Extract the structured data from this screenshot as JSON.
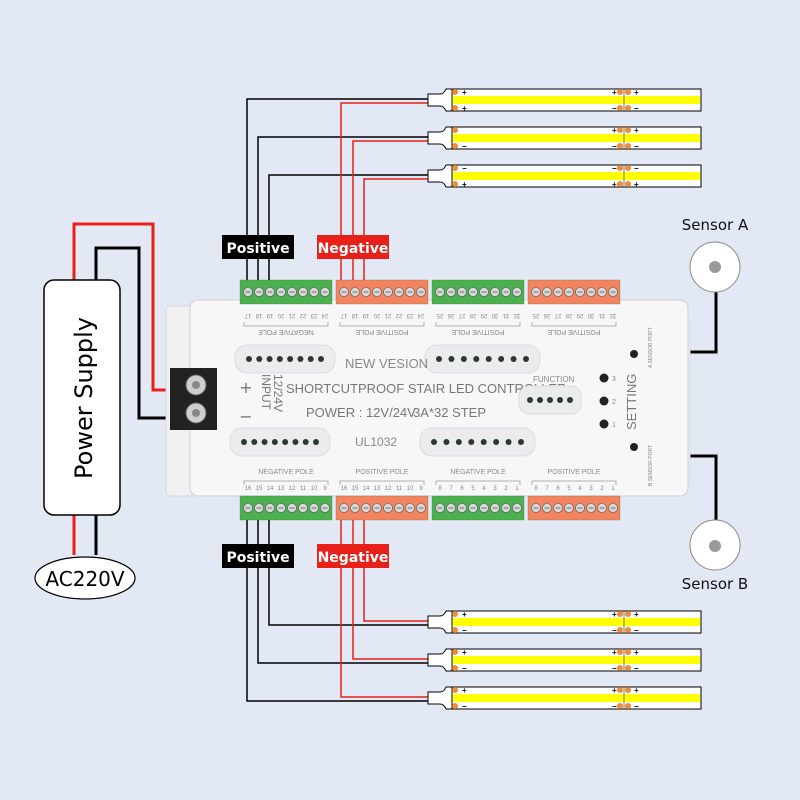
{
  "labels": {
    "power_supply": "Power Supply",
    "ac_source": "AC220V",
    "positive": "Positive",
    "negative": "Negative",
    "sensor_a": "Sensor A",
    "sensor_b": "Sensor B"
  },
  "controller": {
    "brand_line": "NEW VESION",
    "title": "SHORTCUTPROOF STAIR LED CONTROLLER",
    "power": "POWER : 12V/24V",
    "rating": "3A*32  STEP",
    "cert": "UL1032",
    "input_label": "INPUT",
    "input_voltage": "12/24V",
    "plus": "+",
    "minus": "−",
    "function_label": "FUNCTION",
    "setting_label": "SETTING",
    "setting_buttons": [
      "3",
      "2",
      "1"
    ],
    "sensor_port_a": "A SENSOR PORT",
    "sensor_port_b": "B SENSOR PORT",
    "top_groups": [
      {
        "pole": "NEGATIVE POLE",
        "color": "#4caf50",
        "pins": [
          "17",
          "18",
          "19",
          "20",
          "21",
          "22",
          "23",
          "24"
        ]
      },
      {
        "pole": "POSITIVE POLE",
        "color": "#f4845f",
        "pins": [
          "17",
          "18",
          "19",
          "20",
          "21",
          "22",
          "23",
          "24"
        ]
      },
      {
        "pole": "POSITIVE POLE",
        "color": "#4caf50",
        "pins": [
          "25",
          "26",
          "27",
          "28",
          "29",
          "30",
          "31",
          "32"
        ]
      },
      {
        "pole": "POSITIVE POLE",
        "color": "#f4845f",
        "pins": [
          "25",
          "26",
          "27",
          "28",
          "29",
          "30",
          "31",
          "32"
        ]
      }
    ],
    "bottom_groups": [
      {
        "pole": "NEGATIVE POLE",
        "color": "#4caf50",
        "pins": [
          "16",
          "15",
          "14",
          "13",
          "12",
          "11",
          "10",
          "9"
        ]
      },
      {
        "pole": "POSITIVE POLE",
        "color": "#f4845f",
        "pins": [
          "16",
          "15",
          "14",
          "13",
          "12",
          "11",
          "10",
          "9"
        ]
      },
      {
        "pole": "NEGATIVE POLE",
        "color": "#4caf50",
        "pins": [
          "8",
          "7",
          "6",
          "5",
          "4",
          "3",
          "2",
          "1"
        ]
      },
      {
        "pole": "POSITIVE POLE",
        "color": "#f4845f",
        "pins": [
          "8",
          "7",
          "6",
          "5",
          "4",
          "3",
          "2",
          "1"
        ]
      }
    ]
  },
  "strips": {
    "top": [
      {
        "left_top": "+",
        "left_bottom": "+",
        "mid_top": "+",
        "mid_bottom": "−"
      },
      {
        "left_top": "",
        "left_bottom": "−",
        "mid_top": "+",
        "mid_bottom": "−"
      },
      {
        "left_top": "−",
        "left_bottom": "+",
        "mid_top": "−",
        "mid_bottom": "+"
      }
    ],
    "bottom": [
      {
        "left_top": "+",
        "left_bottom": "−",
        "mid_top": "+",
        "mid_bottom": "−"
      },
      {
        "left_top": "+",
        "left_bottom": "−",
        "mid_top": "+",
        "mid_bottom": "−"
      },
      {
        "left_top": "+",
        "left_bottom": "−",
        "mid_top": "+",
        "mid_bottom": "−"
      }
    ]
  },
  "colors": {
    "background": "#e3e8f5",
    "wire_positive": "#000000",
    "wire_negative": "#e8201a",
    "strip_led": "#ffff00",
    "strip_pad": "#e88d3c",
    "terminal_green": "#4caf50",
    "terminal_orange": "#f4845f",
    "controller_body": "#f7f7f8"
  }
}
